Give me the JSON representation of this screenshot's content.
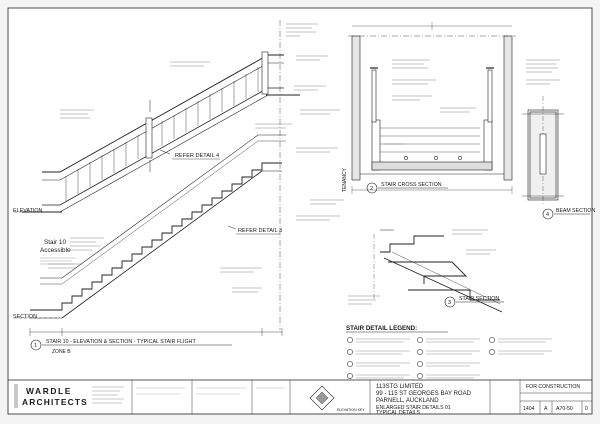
{
  "sheet": {
    "callouts": {
      "refer_detail_4": "REFER DETAIL 4",
      "refer_detail_3": "REFER DETAIL 3"
    },
    "left_labels": {
      "elevation": "ELEVATION",
      "section": "SECTION",
      "stair_title": "Stair 10",
      "stair_subtitle": "Accessible"
    },
    "views": {
      "stair_elevation": {
        "number": "1",
        "title": "STAIR 10 - ELEVATION & SECTION - TYPICAL STAIR FLIGHT",
        "zone": "ZONE B"
      },
      "stair_cross_section": {
        "number": "2",
        "title": "STAIR CROSS SECTION"
      },
      "beam_section": {
        "number": "4",
        "title": "BEAM SECTION"
      },
      "stair_section": {
        "number": "3",
        "title": "STAIR SECTION"
      }
    },
    "tenancy_label": "TENANCY",
    "legend": {
      "title": "STAIR DETAIL LEGEND:"
    },
    "firm": {
      "name_line1": "WARDLE",
      "name_line2": "ARCHITECTS"
    },
    "project": {
      "client": "113STG LIMITED",
      "address_line1": "99 - 115  ST GEORGES BAY ROAD",
      "address_line2": "PARNELL, AUCKLAND",
      "sheet_title_line1": "ENLARGED STAIR DETAILS 01",
      "sheet_title_line2": "TYPICAL DETAILS"
    },
    "title_block": {
      "status": "FOR CONSTRUCTION",
      "job_number": "1404",
      "size": "A",
      "drawing_number": "A70-50",
      "revision": "0"
    },
    "elevation_key_label": "ELEVATION KEY"
  }
}
